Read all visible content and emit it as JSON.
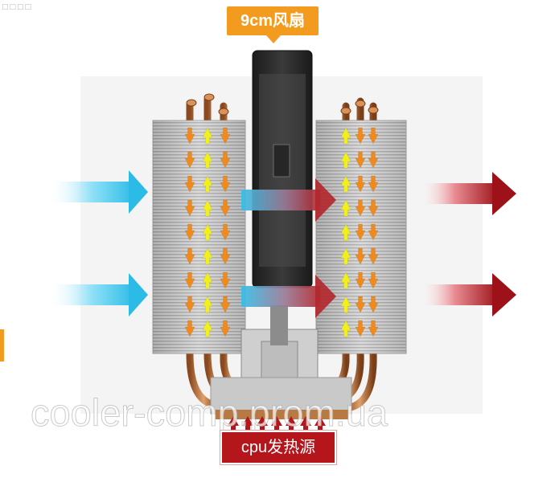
{
  "fan_label": "9cm风扇",
  "cpu_label": "cpu发热源",
  "watermark": "cooler-comp.prom.ua",
  "corner_marks": "□□□□",
  "colors": {
    "label_orange": "#f39b1e",
    "label_red": "#b4161b",
    "airflow_cool": "#3ec7ec",
    "airflow_hot": "#a81c20",
    "heat_arrow": "#f08a1c",
    "cool_arrow": "#f2f01a"
  },
  "icons": [
    "intake-airflow-arrow",
    "exhaust-airflow-arrow",
    "heat-up-arrow",
    "heatpipe-up-arrow",
    "heatpipe-down-arrow"
  ]
}
